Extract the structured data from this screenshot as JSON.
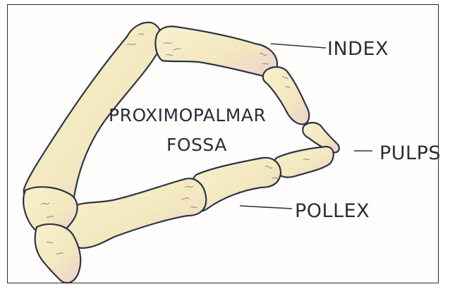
{
  "figure": {
    "center_label_line1": "PROXIMOPALMAR",
    "center_label_line2": "FOSSA",
    "label_index": "INDEX",
    "label_pulps": "PULPS",
    "label_pollex": "POLLEX"
  },
  "colors": {
    "outline": "#2e3445",
    "bone_fill": "#f6efc9",
    "bone_shade": "#ecc9c6",
    "text": "#2a2e3a"
  }
}
